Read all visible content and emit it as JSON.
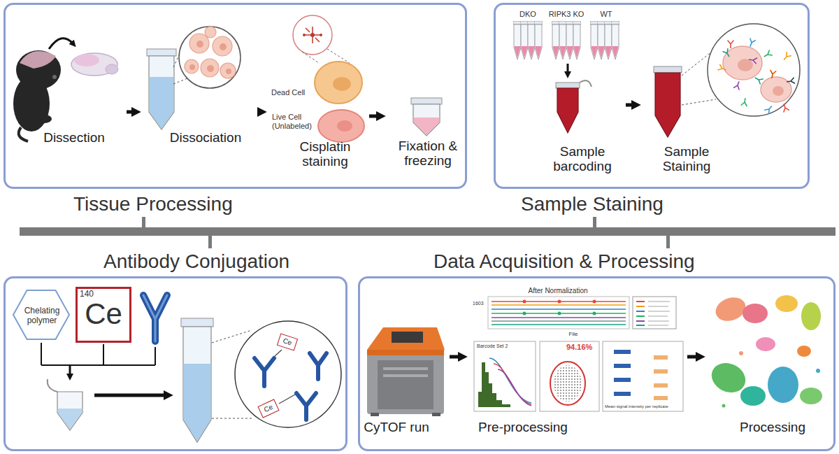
{
  "diagram": {
    "nodes": [
      {
        "text": [
          "Tissue Processing"
        ]
      },
      {
        "text": [
          "Sample Staining"
        ]
      },
      {
        "text": [
          "Antibody Conjugation"
        ]
      },
      {
        "text": [
          "Data Acquisition & Processing"
        ]
      },
      {
        "text": [
          "Dissection"
        ],
        "in": 0
      },
      {
        "text": [
          "Dissociation"
        ],
        "in": 0
      },
      {
        "text": [
          "Cisplatin staining"
        ],
        "in": 0
      },
      {
        "text": [
          "Fixation & freezing"
        ],
        "in": 0
      },
      {
        "text": [
          "Sample barcoding"
        ],
        "in": 1
      },
      {
        "text": [
          "Sample Staining"
        ],
        "in": 1
      },
      {
        "text": [
          "Chelating polymer"
        ],
        "in": 2
      },
      {
        "text": [
          "140",
          "Ce"
        ],
        "in": 2
      },
      {
        "text": [
          "Ce"
        ],
        "in": 2
      },
      {
        "text": [
          "Ce"
        ],
        "in": 2
      },
      {
        "text": [
          "CyTOF run"
        ],
        "in": 3
      },
      {
        "text": [
          "Pre-processing"
        ],
        "in": 3
      },
      {
        "text": [
          "Processing"
        ],
        "in": 3
      }
    ],
    "edges": [
      {
        "from": 4,
        "to": 5,
        "arrow": "to"
      },
      {
        "from": 5,
        "to": 6,
        "arrow": "to"
      },
      {
        "from": 6,
        "to": 7,
        "arrow": "to"
      },
      {
        "from": 8,
        "to": 9,
        "arrow": "to"
      },
      {
        "from": 14,
        "to": 15,
        "arrow": "to"
      },
      {
        "from": 15,
        "to": 16,
        "arrow": "to"
      }
    ],
    "labels": [
      "Dead Cell",
      "Live Cell (Unlabeled)",
      "DKO",
      "RIPK3 KO",
      "WT",
      "After Normalization",
      "1603",
      "File",
      "Barcode Set 2",
      "94.16%",
      "Mean signal intensity per replicate"
    ]
  }
}
